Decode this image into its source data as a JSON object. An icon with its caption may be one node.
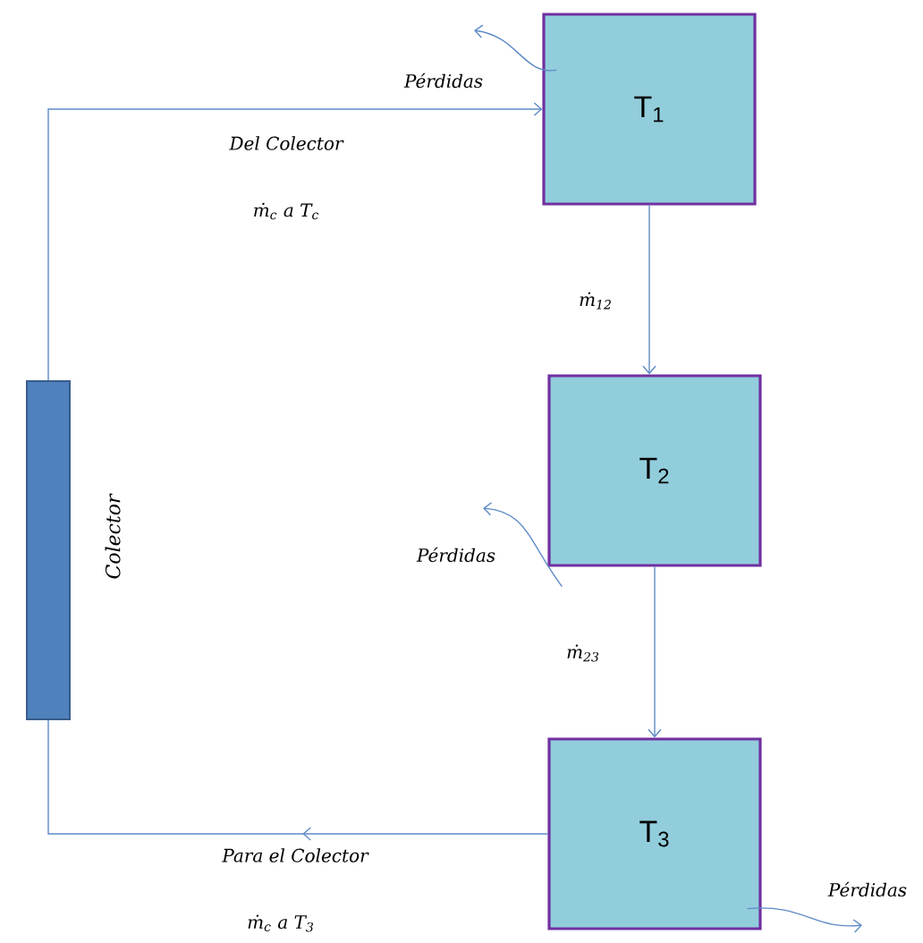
{
  "diagram": {
    "nodes": [
      {
        "text": [
          "T$_{1}$"
        ]
      },
      {
        "text": [
          "T$_{2}$"
        ]
      },
      {
        "text": [
          "T$_{3}$"
        ]
      },
      {
        "text": [],
        "shape": "bar",
        "beside": [
          "Colector"
        ]
      }
    ],
    "edges": [
      {
        "from": 3,
        "to": 0,
        "arrow": "to",
        "label": "Del Colector"
      },
      {
        "from": 0,
        "to": 1,
        "arrow": "to",
        "label": "ṁ$_{12}$"
      },
      {
        "from": 1,
        "to": 2,
        "arrow": "to",
        "label": "ṁ$_{23}$"
      },
      {
        "from": 2,
        "to": 3,
        "arrow": "to",
        "label": "Para el Colector"
      },
      {
        "from": 0,
        "to": null,
        "arrow": "to",
        "label": "Pérdidas"
      },
      {
        "from": 1,
        "to": null,
        "arrow": "to",
        "label": "Pérdidas"
      },
      {
        "from": 2,
        "to": null,
        "arrow": "to",
        "label": "Pérdidas"
      }
    ],
    "labels": [
      "ṁ$_{c}$ a T$_{c}$",
      "ṁ$_{c}$ a T$_{3}$"
    ]
  }
}
